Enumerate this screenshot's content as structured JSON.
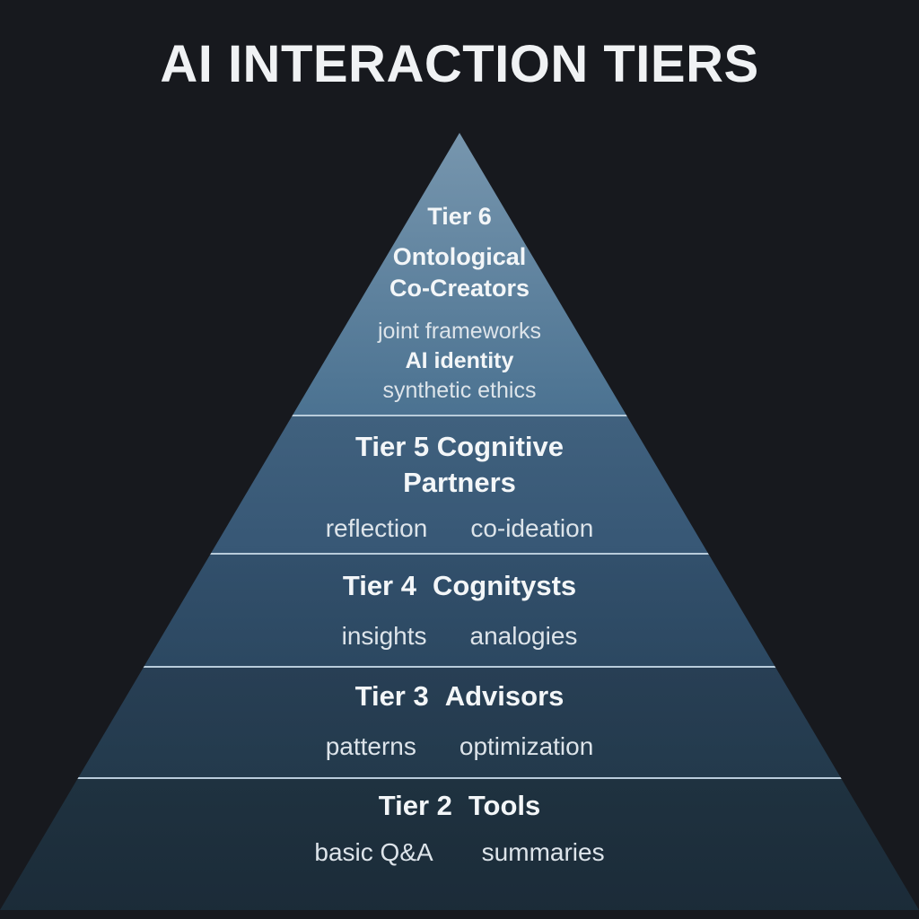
{
  "title": "AI INTERACTION TIERS",
  "colors": {
    "background": "#17191e",
    "title_text": "#f0f2f4",
    "heading_text": "#f3f6f8",
    "detail_text": "#dde4ea",
    "separator": "#b9ccdb"
  },
  "pyramid": {
    "tiers": [
      {
        "id": "tier-6",
        "label": "Tier 6",
        "name_lines": [
          "Ontological",
          "Co-Creators"
        ],
        "details": [
          "joint frameworks",
          "AI identity",
          "synthetic ethics"
        ],
        "color_top": "#7796ae",
        "color_bottom": "#4b7291"
      },
      {
        "id": "tier-5",
        "heading_line1": "Tier 5 Cognitive",
        "heading_line2": "Partners",
        "details": [
          "reflection",
          "co-ideation"
        ],
        "color_top": "#40617e",
        "color_bottom": "#375775"
      },
      {
        "id": "tier-4",
        "label": "Tier 4",
        "name": "Cognitysts",
        "details": [
          "insights",
          "analogies"
        ],
        "color_top": "#32506c",
        "color_bottom": "#2c4861"
      },
      {
        "id": "tier-3",
        "label": "Tier 3",
        "name": "Advisors",
        "details": [
          "patterns",
          "optimization"
        ],
        "color_top": "#283f55",
        "color_bottom": "#233a4c"
      },
      {
        "id": "tier-2",
        "label": "Tier 2",
        "name": "Tools",
        "details": [
          "basic Q&A",
          "summaries"
        ],
        "color_top": "#1f3240",
        "color_bottom": "#1b2b38"
      }
    ]
  }
}
